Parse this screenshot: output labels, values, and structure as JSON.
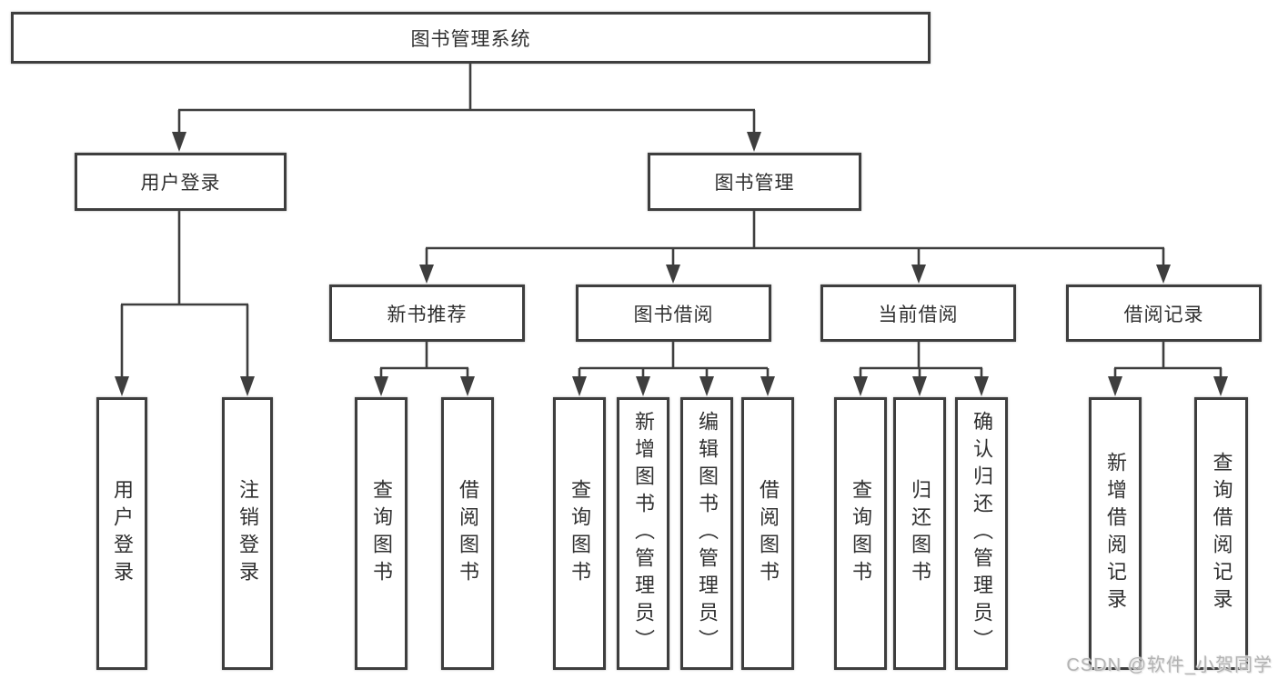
{
  "diagram": {
    "root": "图书管理系统",
    "branches": [
      {
        "label": "用户登录",
        "children": [
          "用户登录",
          "注销登录"
        ]
      },
      {
        "label": "图书管理",
        "sections": [
          {
            "label": "新书推荐",
            "children": [
              "查询图书",
              "借阅图书"
            ]
          },
          {
            "label": "图书借阅",
            "children": [
              "查询图书",
              "新增图书（管理员）",
              "编辑图书（管理员）",
              "借阅图书"
            ]
          },
          {
            "label": "当前借阅",
            "children": [
              "查询图书",
              "归还图书",
              "确认归还（管理员）"
            ]
          },
          {
            "label": "借阅记录",
            "children": [
              "新增借阅记录",
              "查询借阅记录"
            ]
          }
        ]
      }
    ]
  },
  "watermark": "CSDN @软件_小贺同学",
  "colors": {
    "line": "#3e3e3e",
    "box_border": "#3e3e3e",
    "text": "#303030",
    "watermark": "#b3b3b3",
    "background": "#ffffff"
  }
}
